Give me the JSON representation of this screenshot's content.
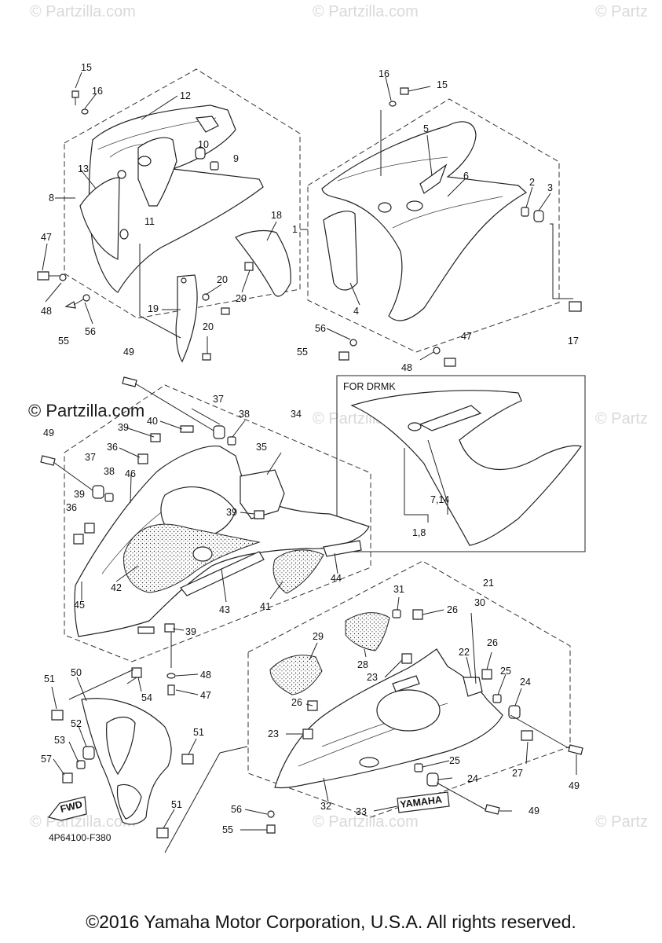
{
  "watermarks": {
    "top_left": "© Partzilla.com",
    "top_middle": "© Partzilla.com",
    "top_right": "© Partz",
    "mid_left": "© Partzilla.com",
    "mid_middle": "© Partzilla.com",
    "mid_right": "© Partz",
    "bottom_left": "© Partzilla.com",
    "bottom_middle": "© Partzilla.com",
    "bottom_right": "© Partz"
  },
  "inset": {
    "title": "FOR DRMK",
    "label_a": "7,14",
    "label_b": "1,8"
  },
  "callouts": {
    "c15a": "15",
    "c16a": "16",
    "c12": "12",
    "c10": "10",
    "c9": "9",
    "c13": "13",
    "c11": "11",
    "c8": "8",
    "c47a": "47",
    "c48a": "48",
    "c55a": "55",
    "c56a": "56",
    "c19": "19",
    "c20a": "20",
    "c20b": "20",
    "c20c": "20",
    "c18": "18",
    "c16b": "16",
    "c15b": "15",
    "c5": "5",
    "c6": "6",
    "c2": "2",
    "c3": "3",
    "c1": "1",
    "c4": "4",
    "c17": "17",
    "c56b": "56",
    "c55b": "55",
    "c48b": "48",
    "c47b": "47",
    "c49a": "49",
    "c49b": "49",
    "c37a": "37",
    "c38a": "38",
    "c34": "34",
    "c39a": "39",
    "c40": "40",
    "c36a": "36",
    "c37b": "37",
    "c38b": "38",
    "c46": "46",
    "c35": "35",
    "c39b": "39",
    "c36b": "36",
    "c39c": "39",
    "c42": "42",
    "c45": "45",
    "c43": "43",
    "c41": "41",
    "c44": "44",
    "c39d": "39",
    "c48c": "48",
    "c47c": "47",
    "c54": "54",
    "c21": "21",
    "c31": "31",
    "c26a": "26",
    "c30": "30",
    "c29": "29",
    "c28": "28",
    "c23a": "23",
    "c26b": "26",
    "c22": "22",
    "c25a": "25",
    "c24a": "24",
    "c26c": "26",
    "c23b": "23",
    "c27": "27",
    "c49c": "49",
    "c25b": "25",
    "c24b": "24",
    "c32": "32",
    "c49d": "49",
    "c33": "33",
    "c56c": "56",
    "c55c": "55",
    "c51a": "51",
    "c50": "50",
    "c52": "52",
    "c53": "53",
    "c57": "57",
    "c51b": "51",
    "c51c": "51"
  },
  "badges": {
    "fwd": "FWD",
    "yamaha": "YAMAHA"
  },
  "diagram_code": "4P64100-F380",
  "copyright": "©2016 Yamaha Motor Corporation, U.S.A. All rights reserved."
}
